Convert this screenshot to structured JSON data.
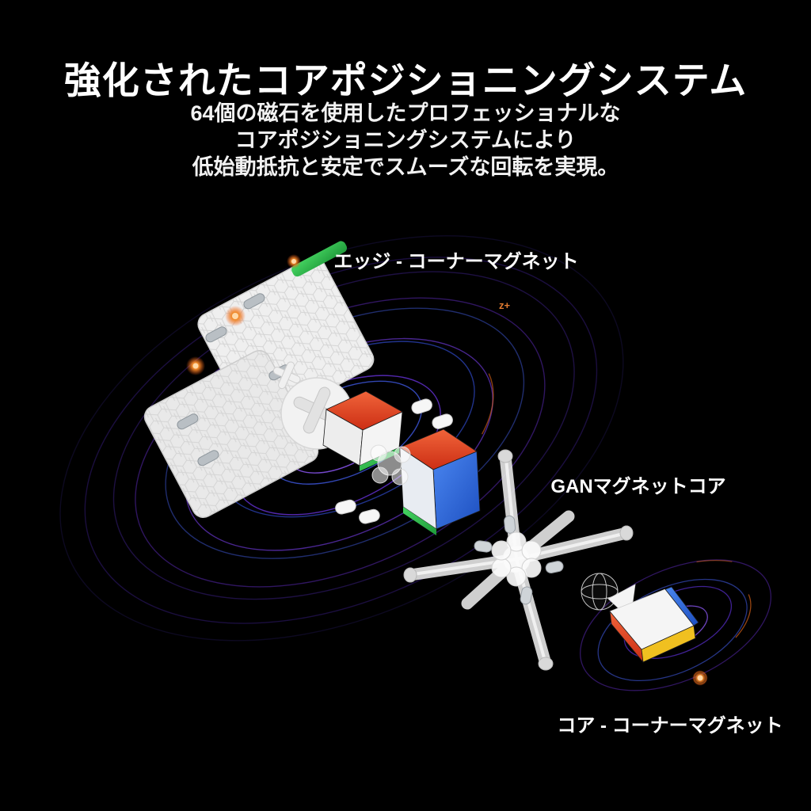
{
  "page": {
    "title": "強化されたコアポジショニングシステム",
    "subtitle_lines": [
      "64個の磁石を使用したプロフェッショナルな",
      "コアポジショニングシステムにより",
      "低始動抵抗と安定でスムーズな回転を実現。"
    ]
  },
  "diagram": {
    "labels": {
      "edge_corner_magnet": "エッジ - コーナーマグネット",
      "gan_magnet_core": "GANマグネットコア",
      "core_corner_magnet": "コア - コーナーマグネット"
    },
    "axis_marker": "z+",
    "colors": {
      "background": "#000000",
      "swirl_purple": "#6d35e8",
      "swirl_blue": "#3f58e0",
      "swirl_orange": "#e86a1a",
      "cube_red": "#e04a28",
      "cube_blue": "#2f66d8",
      "cube_green": "#2fb84a",
      "cube_yellow": "#f0c020",
      "shell_white": "#efefef"
    }
  }
}
